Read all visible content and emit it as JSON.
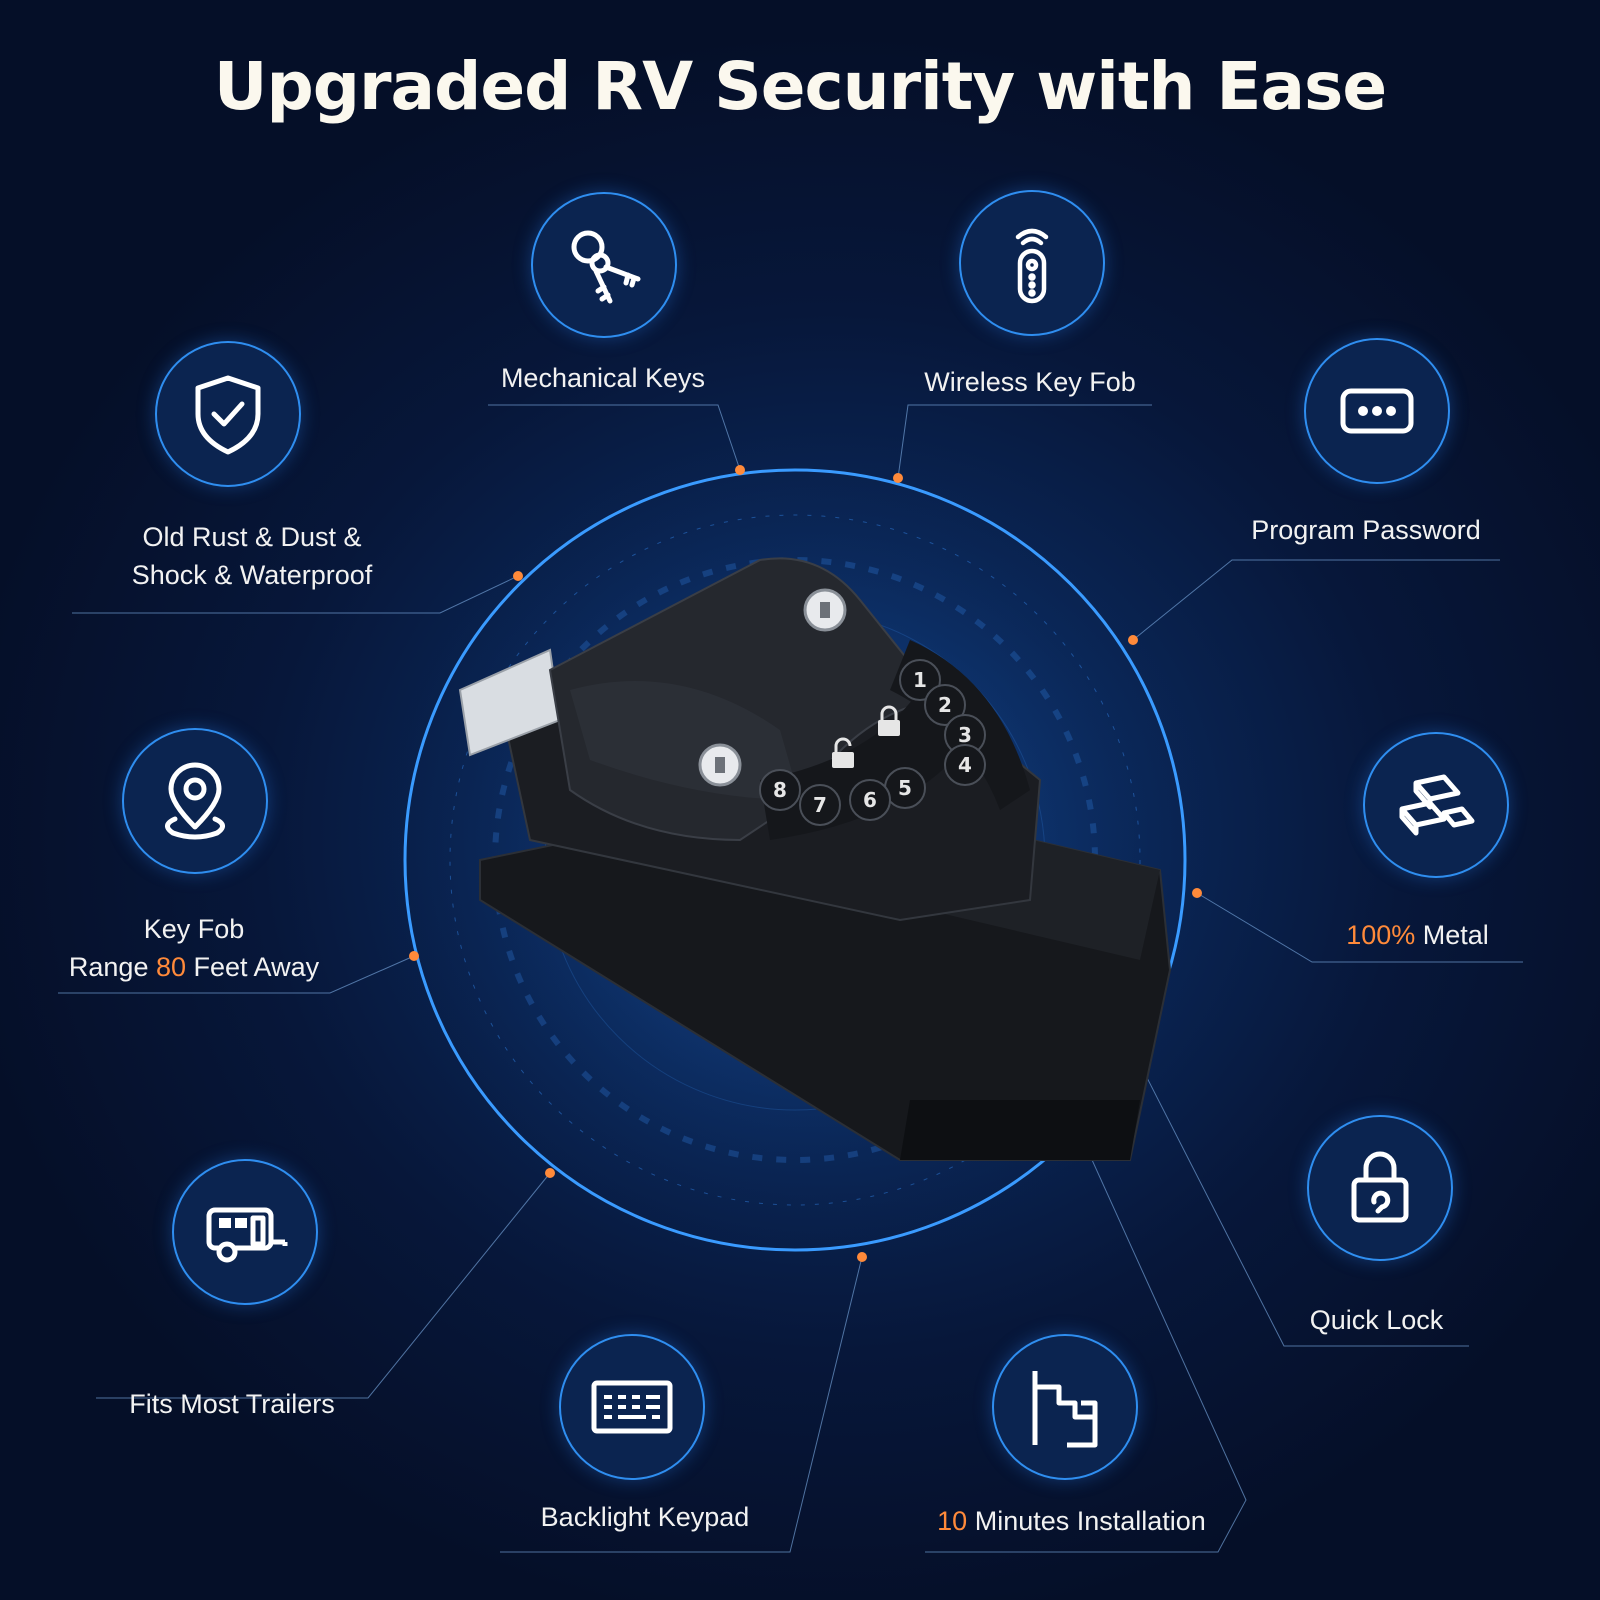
{
  "title": "Upgraded RV Security with Ease",
  "features": {
    "mechanical_keys": {
      "label": "Mechanical Keys",
      "icon": "keys-icon"
    },
    "wireless_fob": {
      "label": "Wireless Key Fob",
      "icon": "remote-fob-icon"
    },
    "rust_proof": {
      "line1": "Old Rust & Dust &",
      "line2": "Shock & Waterproof",
      "icon": "shield-check-icon"
    },
    "program_password": {
      "label": "Program Password",
      "icon": "password-dots-icon"
    },
    "fob_range": {
      "line1": "Key Fob",
      "line2_pre": "Range ",
      "line2_num": "80",
      "line2_post": " Feet Away",
      "icon": "location-pin-icon"
    },
    "metal": {
      "num": "100%",
      "text": " Metal",
      "icon": "metal-bars-icon"
    },
    "trailers": {
      "label": "Fits Most Trailers",
      "icon": "trailer-icon"
    },
    "quick_lock": {
      "label": "Quick Lock",
      "icon": "padlock-icon"
    },
    "backlight_keypad": {
      "label": "Backlight Keypad",
      "icon": "keypad-icon"
    },
    "installation": {
      "num": "10",
      "text": " Minutes Installation",
      "icon": "door-frame-icon"
    }
  },
  "product": {
    "keypad_keys": [
      "1",
      "2",
      "3",
      "4",
      "5",
      "6",
      "7",
      "8"
    ]
  },
  "colors": {
    "accent_blue": "#2f8ef0",
    "accent_orange": "#ff8a3a",
    "background": "#07173a"
  }
}
